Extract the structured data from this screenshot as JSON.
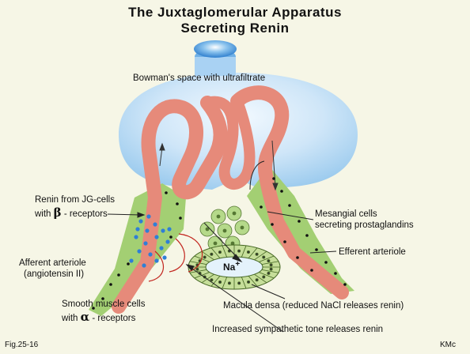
{
  "title": {
    "line1": "The  Juxtaglomerular  Apparatus",
    "line2": "Secreting  Renin"
  },
  "labels": {
    "bowman": "Bowman's space with ultrafiltrate",
    "renin_line1": "Renin from JG-cells",
    "renin_with": "with",
    "renin_greek": "β",
    "renin_tail": "- receptors",
    "afferent_line1": "Afferent arteriole",
    "afferent_line2": "(angiotensin II)",
    "smooth_line1": "Smooth muscle cells",
    "smooth_with": "with",
    "smooth_greek": "α",
    "smooth_tail": "- receptors",
    "mesangial_line1": "Mesangial cells",
    "mesangial_line2": "secreting prostaglandins",
    "efferent": "Efferent arteriole",
    "macula": "Macula densa (reduced NaCl releases renin)",
    "sympathetic": "Increased sympathetic tone releases renin",
    "na": "Na",
    "na_sup": "+"
  },
  "footer": {
    "figure_number": "Fig.25-16",
    "initials": "KMc"
  },
  "colors": {
    "background": "#f6f6e6",
    "bowman_capsule": "#c8e2f6",
    "glomerular_capillary": "#e68a7a",
    "arteriole_wall": "#a3cf73",
    "jg_granules": "#2f7fd6",
    "nerve_fibers": "#c2261f",
    "macula_cells": "#c6de9a"
  }
}
